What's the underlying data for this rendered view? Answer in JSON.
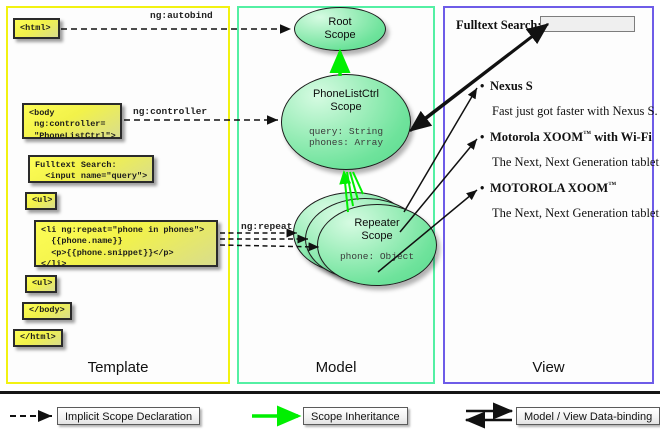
{
  "columns": [
    {
      "label": "Template",
      "color": "#f2f211"
    },
    {
      "label": "Model",
      "color": "#54f0a4"
    },
    {
      "label": "View",
      "color": "#6e5ce8"
    }
  ],
  "template": {
    "boxes": [
      {
        "name": "html-open",
        "code": "<html>"
      },
      {
        "name": "body-open",
        "code": "<body\n ng:controller=\n \"PhoneListCtrl\">"
      },
      {
        "name": "fulltext-search",
        "code": "Fulltext Search:\n  <input name=\"query\">"
      },
      {
        "name": "ul-open",
        "code": "<ul>"
      },
      {
        "name": "li-repeat",
        "code": "<li ng:repeat=\"phone in phones\">\n  {{phone.name}}\n  <p>{{phone.snippet}}</p>\n</li>"
      },
      {
        "name": "ul-close",
        "code": "<ul>"
      },
      {
        "name": "body-close",
        "code": "</body>"
      },
      {
        "name": "html-close",
        "code": "</html>"
      }
    ]
  },
  "connectors": {
    "autobind": "ng:autobind",
    "controller": "ng:controller",
    "repeat": "ng:repeat"
  },
  "model": {
    "scopes": [
      {
        "name": "root-scope",
        "title_line1": "Root",
        "title_line2": "Scope",
        "props": []
      },
      {
        "name": "phonelistctrl-scope",
        "title_line1": "PhoneListCtrl",
        "title_line2": "Scope",
        "props": [
          {
            "text": "query: String",
            "strong": true
          },
          {
            "text": "phones: Array",
            "strong": false
          }
        ]
      },
      {
        "name": "repeater-scope",
        "title_line1": "Repeater",
        "title_line2": "Scope",
        "props": [
          {
            "text": "phone: Object",
            "strong": false
          }
        ]
      }
    ]
  },
  "view": {
    "search_label": "Fulltext Search:",
    "search_value": "",
    "search_placeholder": "",
    "items": [
      {
        "name": "Nexus S",
        "tm": "",
        "snippet": "Fast just got faster with Nexus S."
      },
      {
        "name": "Motorola XOOM",
        "tm": "™",
        "suffix": "  with Wi-Fi",
        "snippet": "The Next, Next Generation tablet."
      },
      {
        "name": "MOTOROLA XOOM",
        "tm": "™",
        "suffix": "",
        "snippet": "The Next, Next Generation tablet."
      }
    ]
  },
  "legend": {
    "items": [
      {
        "name": "implicit-scope-declaration",
        "label": "Implicit Scope Declaration",
        "arrow": "dashed"
      },
      {
        "name": "scope-inheritance",
        "label": "Scope Inheritance",
        "arrow": "green"
      },
      {
        "name": "model-view-data-binding",
        "label": "Model / View Data-binding",
        "arrow": "double"
      }
    ]
  },
  "colors": {
    "template_border": "#f2f211",
    "model_border": "#54f0a4",
    "view_border": "#6e5ce8",
    "scope_fill": "#7ee6a4",
    "code_fill": "#f2f24a",
    "inheritance_arrow": "#00ef00"
  }
}
